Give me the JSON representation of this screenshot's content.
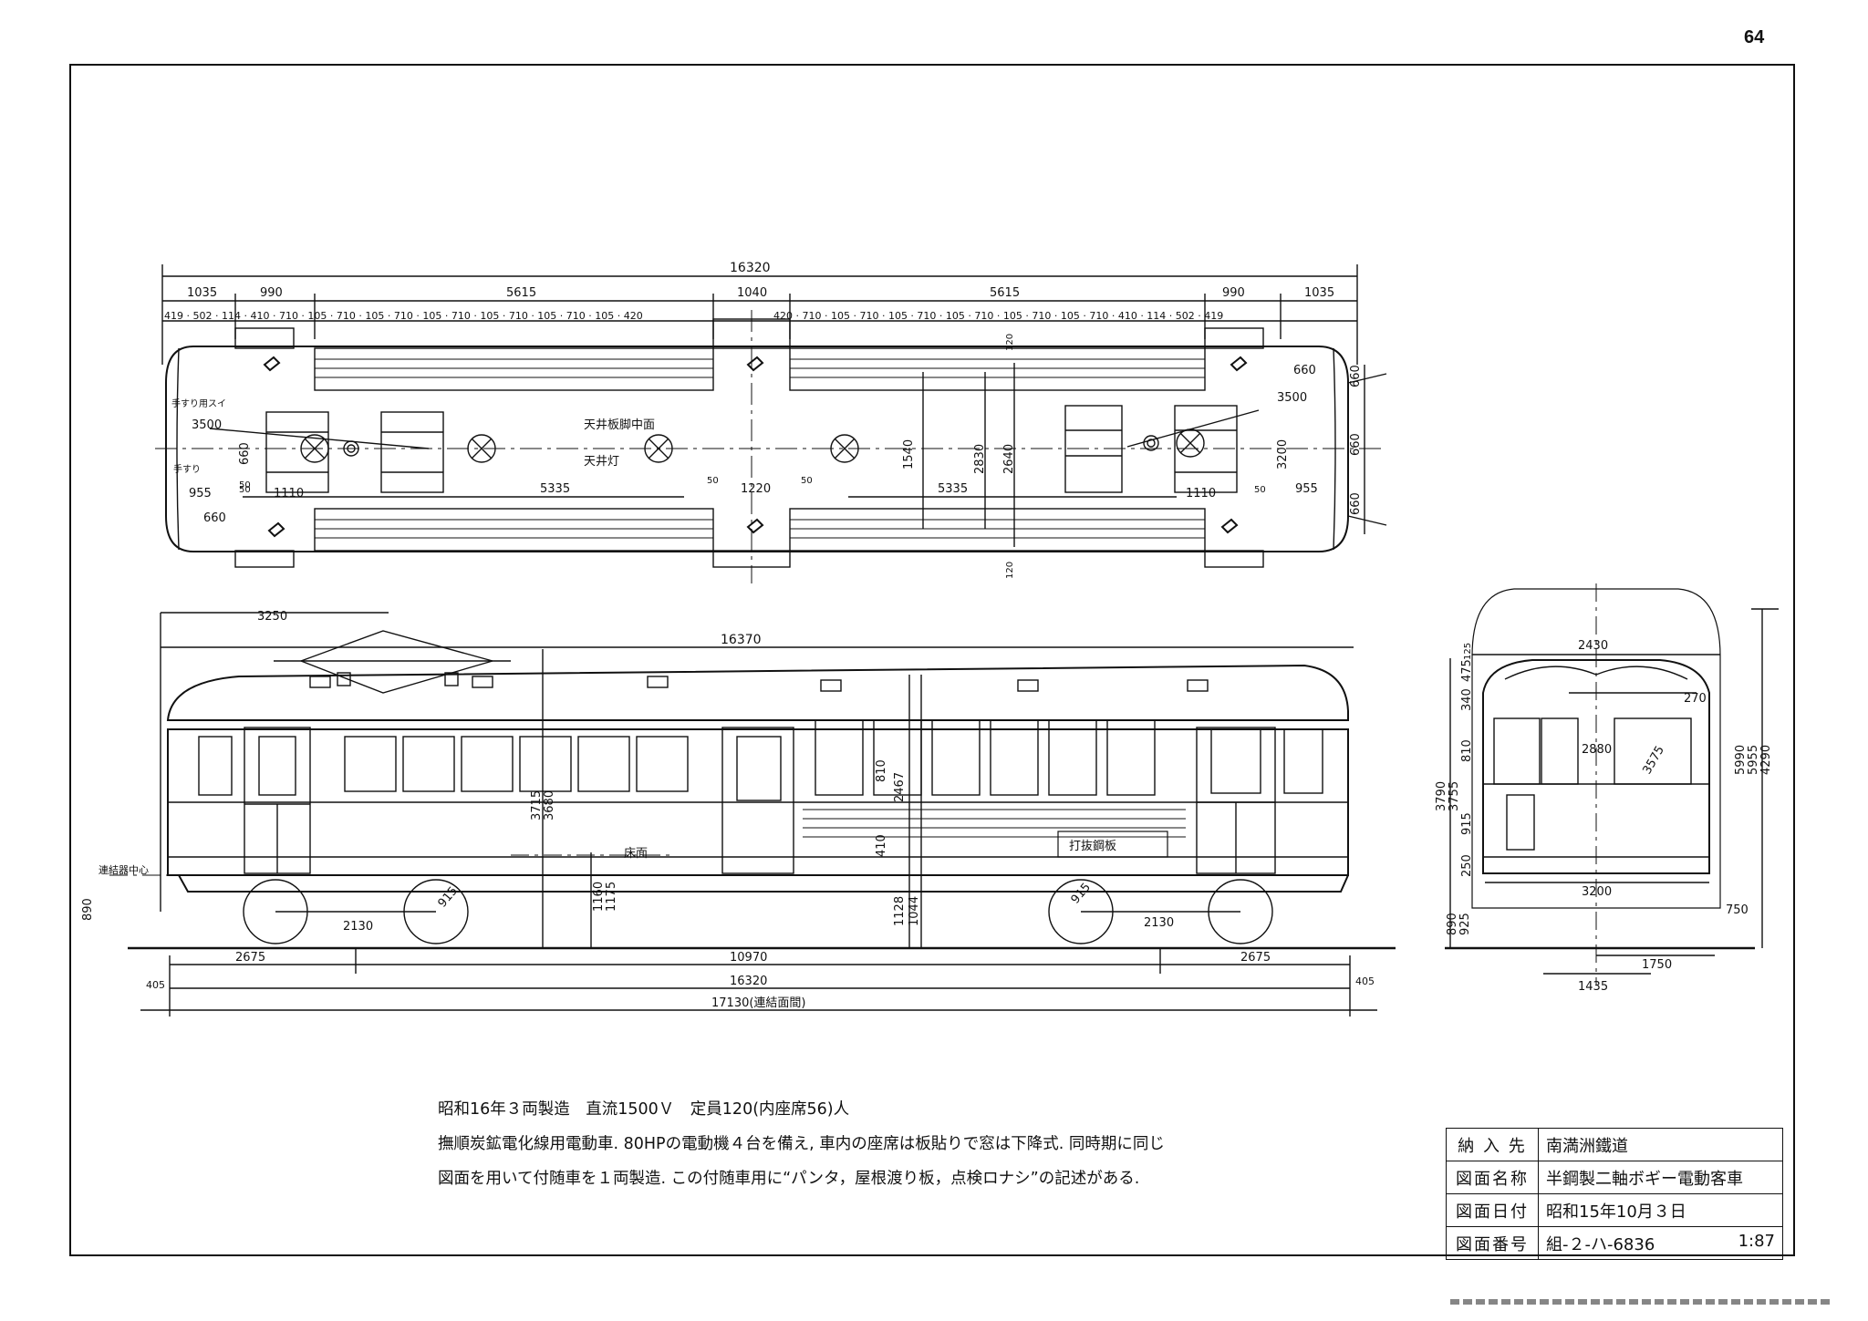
{
  "page_number": "64",
  "plan_view": {
    "overall": "16320",
    "segments": [
      "1035",
      "990",
      "5615",
      "1040",
      "5615",
      "990",
      "1035"
    ],
    "sub_left": [
      "419",
      "502",
      "114",
      "410",
      "710",
      "105",
      "710",
      "105",
      "710",
      "105",
      "710",
      "105",
      "710",
      "105",
      "710",
      "105",
      "420"
    ],
    "sub_right": [
      "420",
      "710",
      "105",
      "710",
      "105",
      "710",
      "105",
      "710",
      "105",
      "710",
      "105",
      "710",
      "410",
      "114",
      "502",
      "419"
    ],
    "center_labels": [
      "5335",
      "1220",
      "5335",
      "1110",
      "1110"
    ],
    "small_labels": [
      "50",
      "50",
      "50",
      "50"
    ],
    "vertical_labels": [
      "1540",
      "2830",
      "2640",
      "3200",
      "120",
      "120"
    ],
    "right_labels": [
      "660",
      "3500",
      "955",
      "660",
      "660",
      "660"
    ],
    "left_labels": [
      "3500",
      "660",
      "955",
      "660",
      "50"
    ],
    "annotations": [
      "天井灯",
      "天井板脚中面",
      "手すり用スイ",
      "手すり"
    ]
  },
  "side_view": {
    "overall_top": "16370",
    "left_top": "3250",
    "bottom_dims": [
      "2675",
      "10970",
      "2675"
    ],
    "wheelbase": [
      "2130",
      "2130"
    ],
    "wheel": [
      "915",
      "915"
    ],
    "overall": "16320",
    "end_offsets": [
      "405",
      "405"
    ],
    "total": "17130(連結面間)",
    "heights": [
      "3715",
      "3680",
      "1160",
      "1175",
      "810",
      "2467",
      "410",
      "1128",
      "1044",
      "3790",
      "3755",
      "890"
    ],
    "labels": [
      "床面",
      "打抜鋼板",
      "連結器中心"
    ]
  },
  "end_view": {
    "top": "2430",
    "width_mid": "2880",
    "bottom": "3200",
    "gauge": "1435",
    "half": "1750",
    "heights": [
      "810",
      "915",
      "250",
      "890",
      "925",
      "340",
      "475",
      "125",
      "750",
      "5990",
      "5955",
      "4290"
    ],
    "labels": [
      "3575",
      "270",
      "2880"
    ]
  },
  "notes": [
    "昭和16年３両製造　直流1500Ｖ　定員120(内座席56)人",
    "撫順炭鉱電化線用電動車. 80HPの電動機４台を備え, 車内の座席は板貼りで窓は下降式. 同時期に同じ",
    "図面を用いて付随車を１両製造. この付随車用に“パンタ，屋根渡り板，点検ロナシ”の記述がある."
  ],
  "title_block": [
    {
      "key": "納 入 先",
      "value": "南満洲鐵道"
    },
    {
      "key": "図面名称",
      "value": "半鋼製二軸ボギー電動客車"
    },
    {
      "key": "図面日付",
      "value": "昭和15年10月３日"
    },
    {
      "key": "図面番号",
      "value": "組-２-ハ-6836",
      "scale": "1:87"
    }
  ]
}
